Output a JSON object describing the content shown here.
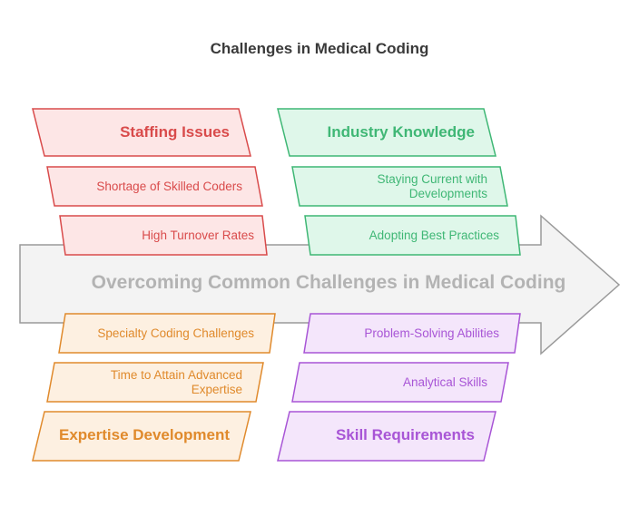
{
  "title": "Challenges in Medical Coding",
  "center": "Overcoming Common Challenges in Medical Coding",
  "colors": {
    "red": "#d94b4b",
    "red_fill": "#fde6e6",
    "green": "#3fb775",
    "green_fill": "#dff7ea",
    "orange": "#e08a2c",
    "orange_fill": "#fdf0e1",
    "purple": "#a855d6",
    "purple_fill": "#f4e6fb",
    "arrow_fill": "#f3f3f3",
    "arrow_stroke": "#9a9a9a"
  },
  "groups": {
    "staffing": {
      "heading": "Staffing Issues",
      "items": [
        "Shortage of Skilled Coders",
        "High Turnover Rates"
      ]
    },
    "industry": {
      "heading": "Industry Knowledge",
      "items": [
        "Staying Current with Developments",
        "Adopting Best Practices"
      ]
    },
    "expertise": {
      "heading": "Expertise Development",
      "items": [
        "Specialty Coding Challenges",
        "Time to Attain Advanced Expertise"
      ]
    },
    "skills": {
      "heading": "Skill Requirements",
      "items": [
        "Problem-Solving Abilities",
        "Analytical Skills"
      ]
    }
  }
}
